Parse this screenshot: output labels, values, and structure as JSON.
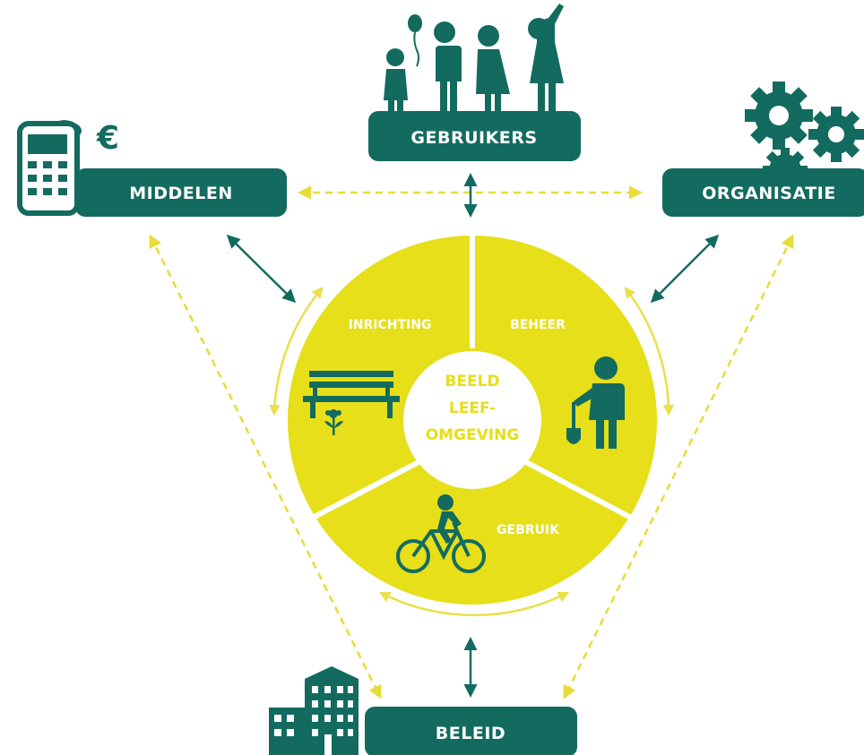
{
  "colors": {
    "teal": "#136b5f",
    "yellow": "#e6df19",
    "yellow_dash": "#e8dc38",
    "yellow_arc": "#e9e04a",
    "white": "#ffffff"
  },
  "nodes": {
    "gebruikers": {
      "label": "GEBRUIKERS",
      "icon": "family-icon"
    },
    "middelen": {
      "label": "MIDDELEN",
      "icon": "calculator-euro-icon",
      "currency_symbol": "€"
    },
    "organisatie": {
      "label": "ORGANISATIE",
      "icon": "gears-icon"
    },
    "beleid": {
      "label": "BELEID",
      "icon": "buildings-icon"
    }
  },
  "wheel": {
    "center_lines": [
      "BEELD",
      "LEEF-",
      "OMGEVING"
    ],
    "segments": [
      {
        "label": "INRICHTING",
        "icon": "bench-icon"
      },
      {
        "label": "BEHEER",
        "icon": "gardener-icon"
      },
      {
        "label": "GEBRUIK",
        "icon": "cyclist-icon"
      }
    ]
  }
}
